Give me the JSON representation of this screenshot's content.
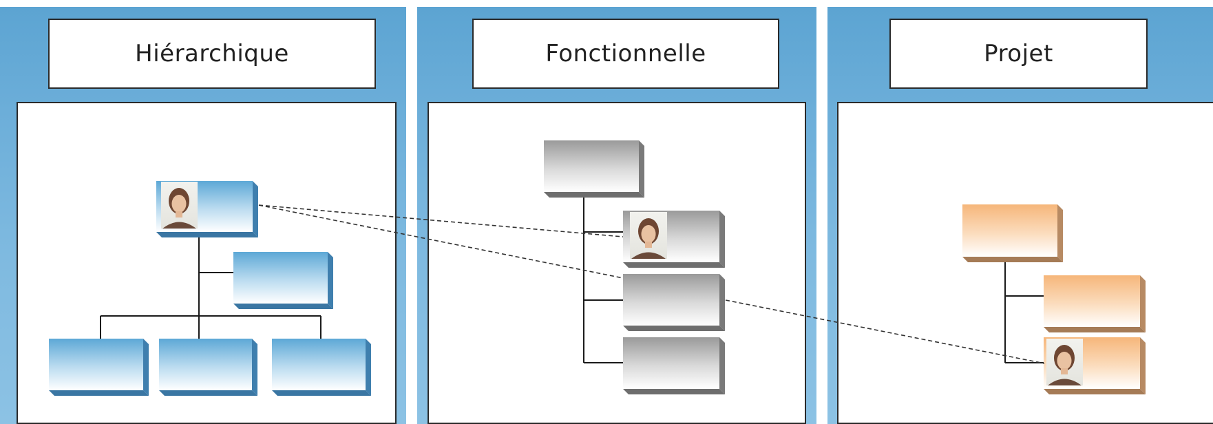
{
  "panels": [
    {
      "id": "hierarchique",
      "title": "Hiérarchique"
    },
    {
      "id": "fonctionnelle",
      "title": "Fonctionnelle"
    },
    {
      "id": "projet",
      "title": "Projet"
    }
  ],
  "colors": {
    "panel_blue": "#6aaed9",
    "box_blue": "#6cb0da",
    "box_grey": "#a0a0a0",
    "box_orange": "#f5bf8a",
    "connector": "#1a1a1a",
    "dashed_link": "#333333"
  },
  "icons": {
    "person": "person-photo-icon"
  }
}
